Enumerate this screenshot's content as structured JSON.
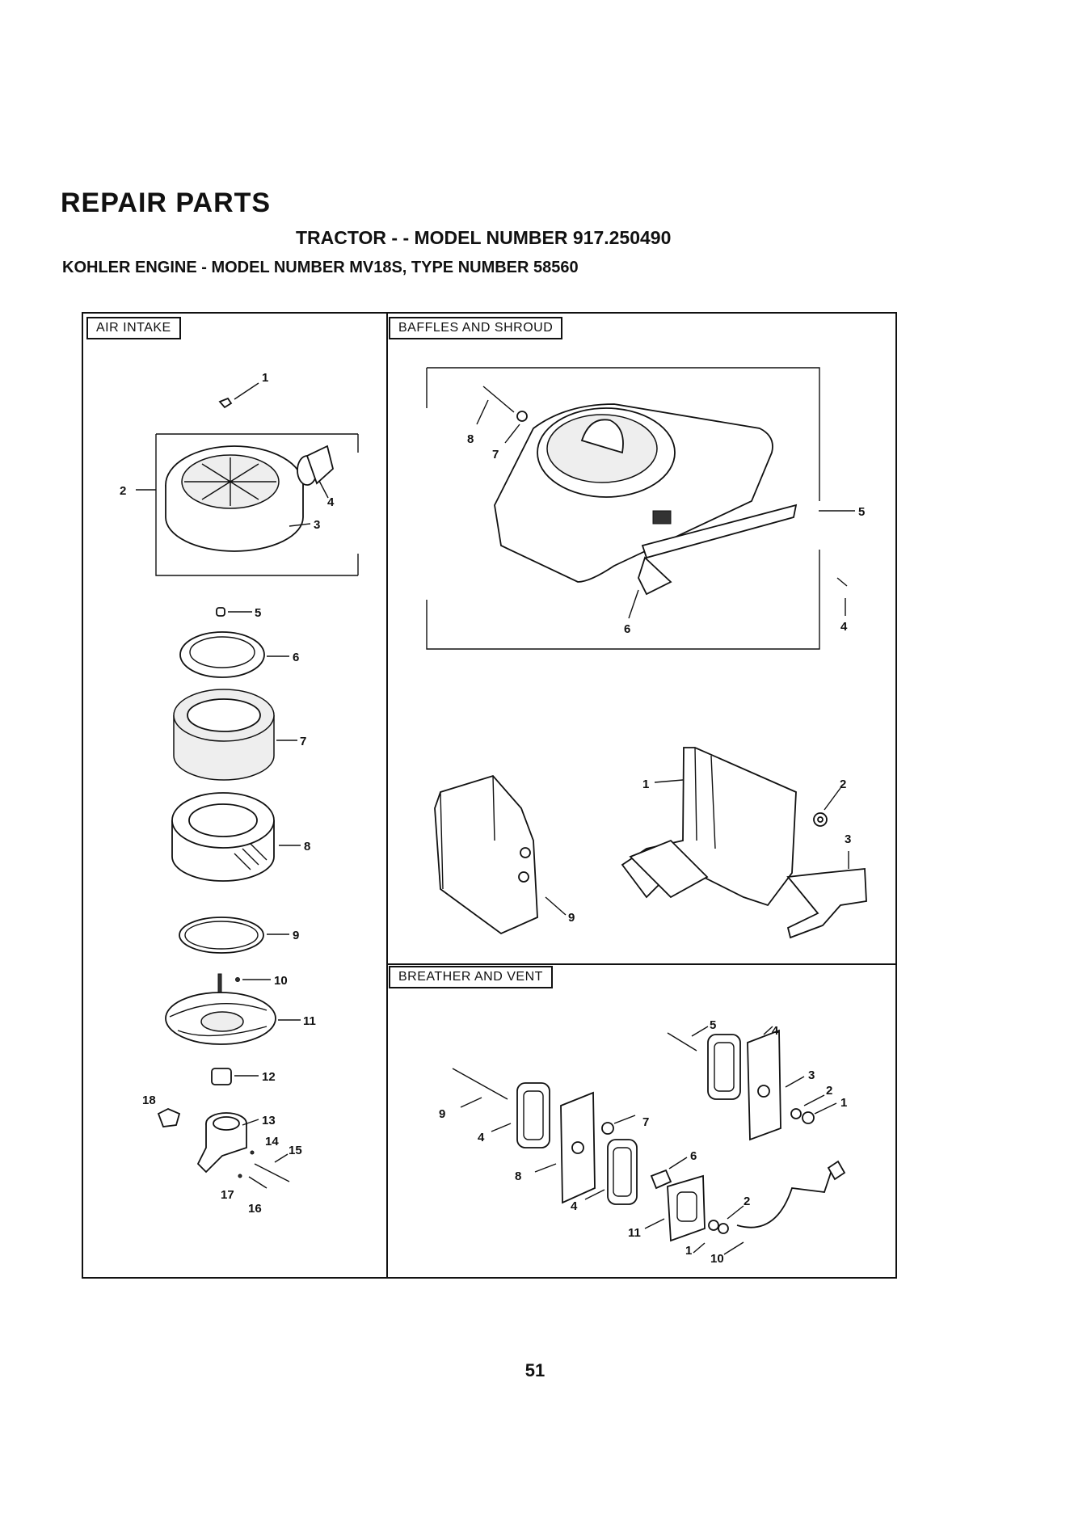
{
  "header": {
    "title": "REPAIR PARTS",
    "model_line": "TRACTOR - - MODEL NUMBER 917.250490",
    "engine_line": "KOHLER ENGINE - MODEL NUMBER MV18S, TYPE NUMBER 58560"
  },
  "sections": {
    "air_intake": "AIR INTAKE",
    "baffles": "BAFFLES AND SHROUD",
    "breather": "BREATHER AND VENT"
  },
  "callouts": {
    "air_intake": [
      "1",
      "2",
      "3",
      "4",
      "5",
      "6",
      "7",
      "8",
      "9",
      "10",
      "11",
      "12",
      "13",
      "14",
      "15",
      "16",
      "17",
      "18"
    ],
    "baffles": [
      "1",
      "2",
      "3",
      "4",
      "5",
      "6",
      "7",
      "8",
      "9"
    ],
    "breather": [
      "1",
      "2",
      "3",
      "4",
      "4",
      "4",
      "5",
      "6",
      "7",
      "8",
      "9",
      "10",
      "11",
      "1",
      "2"
    ]
  },
  "footer": {
    "page_number": "51"
  }
}
